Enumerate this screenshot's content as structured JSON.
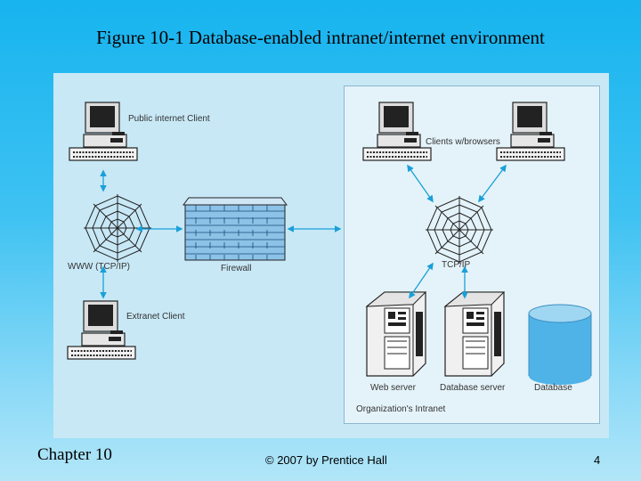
{
  "slide": {
    "title": "Figure 10-1 Database-enabled intranet/internet environment",
    "chapter": "Chapter 10",
    "copyright": "© 2007 by Prentice Hall",
    "page_number": "4"
  },
  "diagram": {
    "labels": {
      "public_client": "Public internet Client",
      "clients": "Clients w/browsers",
      "www": "WWW (TCP/IP)",
      "firewall": "Firewall",
      "tcpip": "TCP/IP",
      "extranet_client": "Extranet Client",
      "web_server": "Web server",
      "db_server": "Database server",
      "database": "Database",
      "intranet": "Organization's Intranet"
    }
  },
  "colors": {
    "figure_bg": "#c8e8f6",
    "intranet_bg": "#e4f3fa",
    "arrow": "#1aa0d8",
    "wall": "#8cc2e6",
    "database": "#4fb3e8"
  }
}
